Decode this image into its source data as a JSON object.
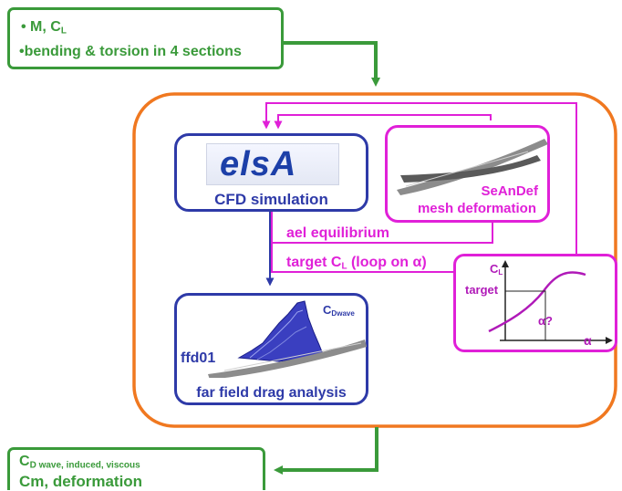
{
  "inputs": {
    "line1_prefix": "• M, C",
    "line1_sub": "L",
    "line2": "•bending & torsion in 4 sections"
  },
  "cfd": {
    "logo_text": "elsA",
    "label": "CFD simulation"
  },
  "mesh": {
    "tool": "SeAnDef",
    "label": "mesh deformation"
  },
  "loops": {
    "ael": "ael equilibrium",
    "target_prefix": "target C",
    "target_sub": "L",
    "target_suffix": " (loop on α)"
  },
  "ffd": {
    "tool": "ffd01",
    "label": "far field drag analysis",
    "cd_main": "C",
    "cd_sub": "Dwave"
  },
  "curve": {
    "y_main": "C",
    "y_sub": "L",
    "target": "target",
    "alpha_q": "α?",
    "alpha": "α"
  },
  "outputs": {
    "line1_main": "C",
    "line1_sub": "D wave, induced, viscous",
    "line2": "Cm, deformation"
  },
  "colors": {
    "green": "#3a9a3a",
    "orange": "#f07820",
    "purple": "#2e3aa8",
    "magenta": "#e020d8",
    "curve": "#b01ab8"
  }
}
